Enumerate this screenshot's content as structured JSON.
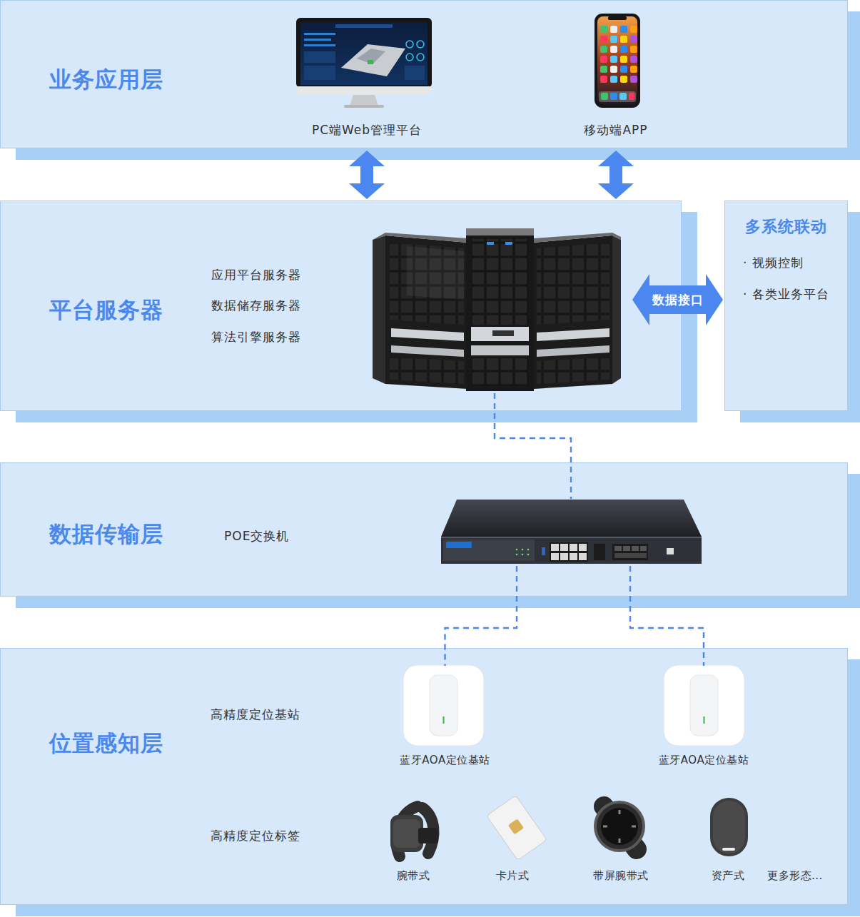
{
  "diagram": {
    "nodes": [
      {
        "text": [
          "业务应用层"
        ]
      },
      {
        "text": [
          "PC端Web管理平台"
        ],
        "in": 0
      },
      {
        "text": [
          "移动端APP"
        ],
        "in": 0
      },
      {
        "text": [
          "平台服务器"
        ]
      },
      {
        "text": [
          "应用平台服务器",
          "数据储存服务器",
          "算法引擎服务器"
        ],
        "in": 3
      },
      {
        "text": [
          "多系统联动",
          "· 视频控制",
          "· 各类业务平台"
        ]
      },
      {
        "text": [
          "数据传输层"
        ]
      },
      {
        "text": [
          "POE交换机"
        ],
        "in": 6
      },
      {
        "text": [
          "位置感知层"
        ]
      },
      {
        "text": [
          "蓝牙AOA定位基站"
        ],
        "in": 8
      },
      {
        "text": [
          "蓝牙AOA定位基站"
        ],
        "in": 8
      }
    ],
    "edges": [
      {
        "from": 1,
        "to": 3,
        "arrow": "both"
      },
      {
        "from": 2,
        "to": 3,
        "arrow": "both"
      },
      {
        "from": 4,
        "to": 5,
        "label": "数据接口",
        "arrow": "both"
      },
      {
        "from": 4,
        "to": 7,
        "arrow": "none"
      },
      {
        "from": 7,
        "to": 9,
        "arrow": "none"
      },
      {
        "from": 7,
        "to": 10,
        "arrow": "none"
      }
    ],
    "labels": [
      "高精度定位基站",
      "高精度定位标签",
      "腕带式",
      "卡片式",
      "带屏腕带式",
      "资产式",
      "更多形态..."
    ]
  }
}
